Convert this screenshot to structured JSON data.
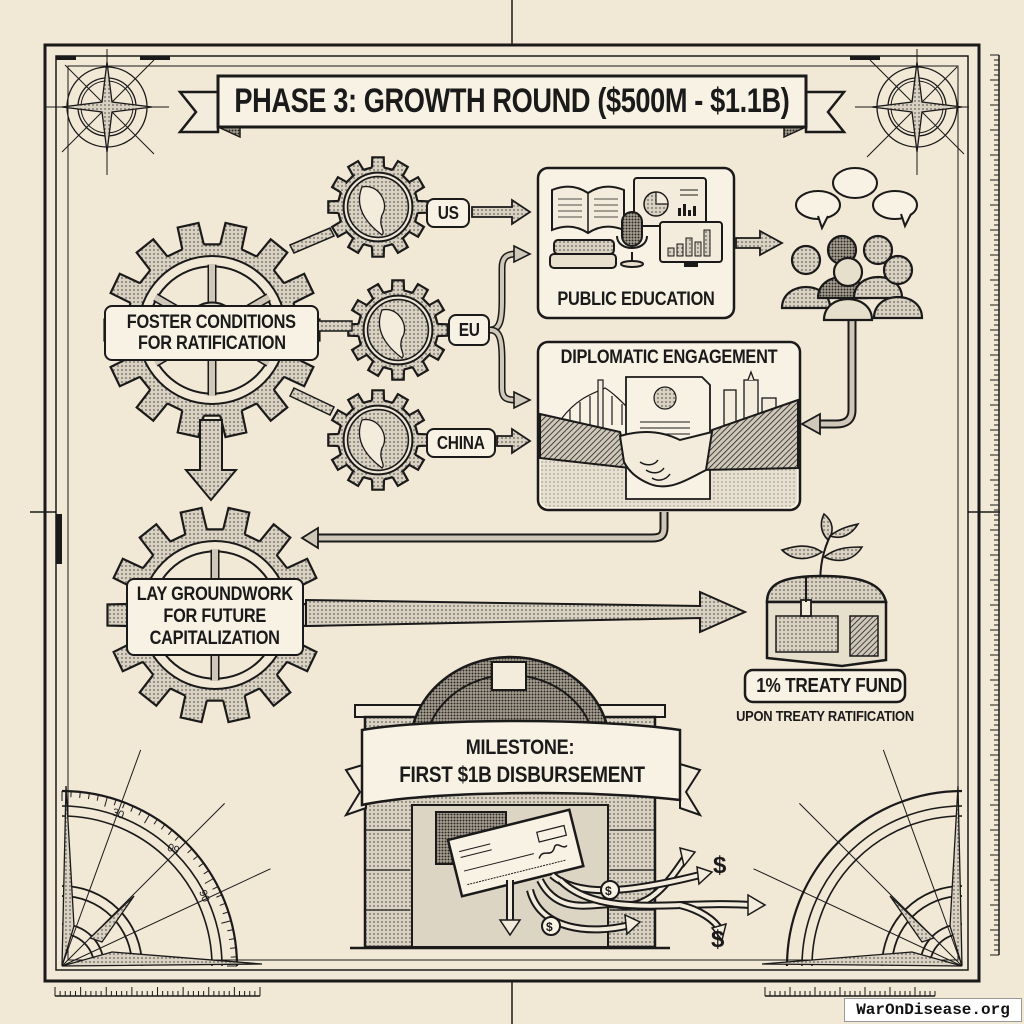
{
  "title": "PHASE 3: GROWTH ROUND ($500M - $1.1B)",
  "colors": {
    "paper": "#f1e8d6",
    "ink": "#1a1a1a",
    "box_fill": "#f8f2e4",
    "shade": "#b9b3a6"
  },
  "main_gear": {
    "label_line1": "FOSTER CONDITIONS",
    "label_line2": "FOR RATIFICATION",
    "icon": "gear-icon"
  },
  "regions": [
    {
      "label": "US",
      "icon": "globe-americas-icon"
    },
    {
      "label": "EU",
      "icon": "globe-europe-africa-icon"
    },
    {
      "label": "CHINA",
      "icon": "globe-asia-icon"
    }
  ],
  "public_education": {
    "label": "PUBLIC EDUCATION",
    "icons": [
      "open-book-icon",
      "book-stack-icon",
      "microphone-icon",
      "pie-chart-monitor-icon",
      "bar-chart-monitor-icon"
    ]
  },
  "audience": {
    "icon": "people-speech-bubbles-icon"
  },
  "diplomatic": {
    "label": "DIPLOMATIC ENGAGEMENT",
    "icons": [
      "bridge-icon",
      "skyline-icon",
      "treaty-document-icon",
      "handshake-icon"
    ]
  },
  "groundwork_gear": {
    "label_line1": "LAY GROUNDWORK",
    "label_line2": "FOR FUTURE",
    "label_line3": "CAPITALIZATION",
    "icon": "gear-icon"
  },
  "fund": {
    "label": "1% TREATY FUND",
    "sublabel": "UPON TREATY RATIFICATION",
    "icon": "treasure-chest-sprout-icon"
  },
  "milestone": {
    "line1": "MILESTONE:",
    "line2": "FIRST $1B DISBURSEMENT",
    "icon": "bank-check-icon"
  },
  "protractor_ticks": [
    "30",
    "60",
    "90"
  ],
  "watermark": "WarOnDisease.org"
}
